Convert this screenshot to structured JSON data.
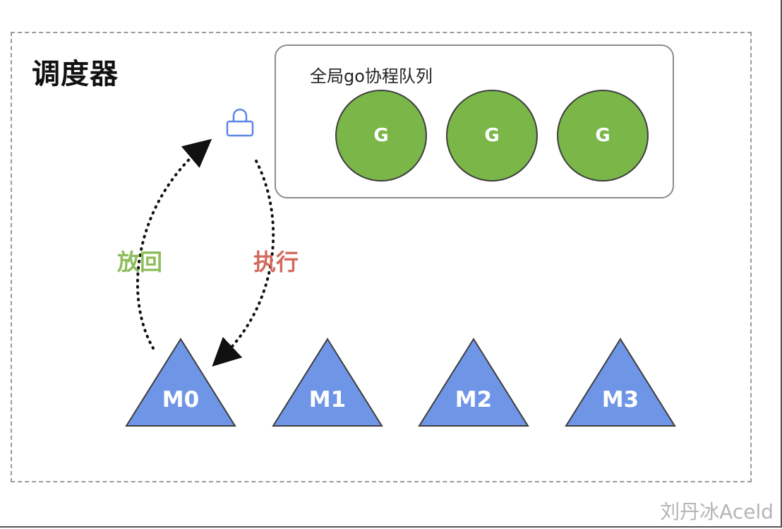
{
  "scheduler": {
    "title": "调度器"
  },
  "global_queue": {
    "label": "全局go协程队列",
    "goroutines": [
      "G",
      "G",
      "G"
    ]
  },
  "lock": {
    "icon": "lock-icon"
  },
  "arrows": {
    "put_back_label": "放回",
    "execute_label": "执行"
  },
  "machines": [
    "M0",
    "M1",
    "M2",
    "M3"
  ],
  "watermark": "刘丹冰Aceld",
  "colors": {
    "goroutine_fill": "#7ab648",
    "machine_fill": "#6f95e6",
    "put_back_text": "#8dbd5a",
    "execute_text": "#d26a5e",
    "lock_stroke": "#5b86e5"
  }
}
